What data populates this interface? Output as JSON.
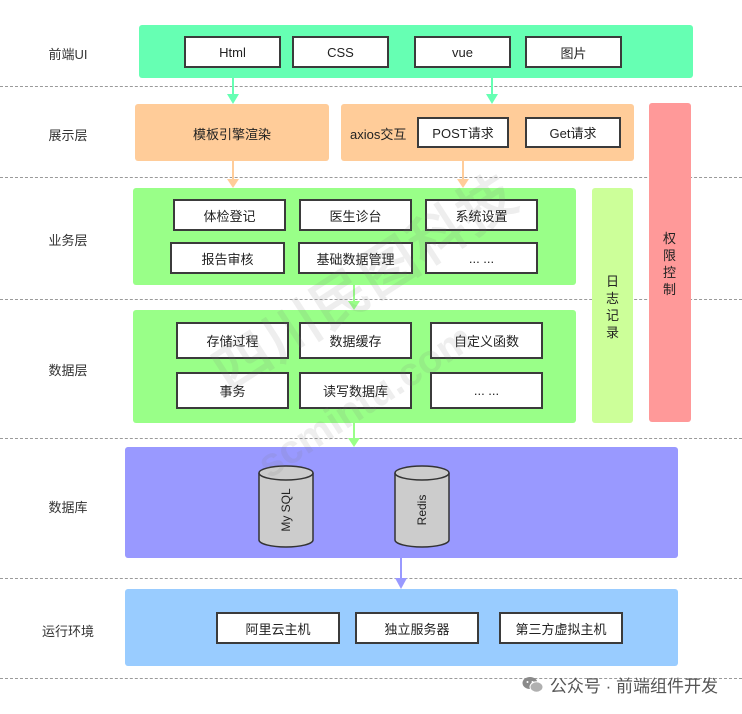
{
  "layers": {
    "frontend": "前端UI",
    "display": "展示层",
    "business": "业务层",
    "data": "数据层",
    "database": "数据库",
    "runtime": "运行环境"
  },
  "frontend_items": [
    "Html",
    "CSS",
    "vue",
    "图片"
  ],
  "display": {
    "template": "模板引擎渲染",
    "axios": "axios交互",
    "items": [
      "POST请求",
      "Get请求"
    ]
  },
  "business_items": [
    "体检登记",
    "医生诊台",
    "系统设置",
    "报告审核",
    "基础数据管理",
    "... ..."
  ],
  "data_items": [
    "存储过程",
    "数据缓存",
    "自定义函数",
    "事务",
    "读写数据库",
    "... ..."
  ],
  "side": {
    "log": "日志记录",
    "permission": "权限控制"
  },
  "databases": [
    "My SQL",
    "Redis"
  ],
  "runtime_items": [
    "阿里云主机",
    "独立服务器",
    "第三方虚拟主机"
  ],
  "watermark": {
    "line1": "四川民图科技",
    "line2": "scmintu.com"
  },
  "footer": "公众号 · 前端组件开发",
  "colors": {
    "frontend_band": "#66ffb3",
    "display_band": "#ffcc99",
    "business_band": "#99ff88",
    "database_band": "#9999ff",
    "runtime_band": "#99ccff",
    "log_band": "#ccff99",
    "permission_band": "#ff9999",
    "cylinder": "#cccccc"
  },
  "icons": [
    "arrow-down-icon",
    "cylinder-icon",
    "wechat-icon"
  ]
}
